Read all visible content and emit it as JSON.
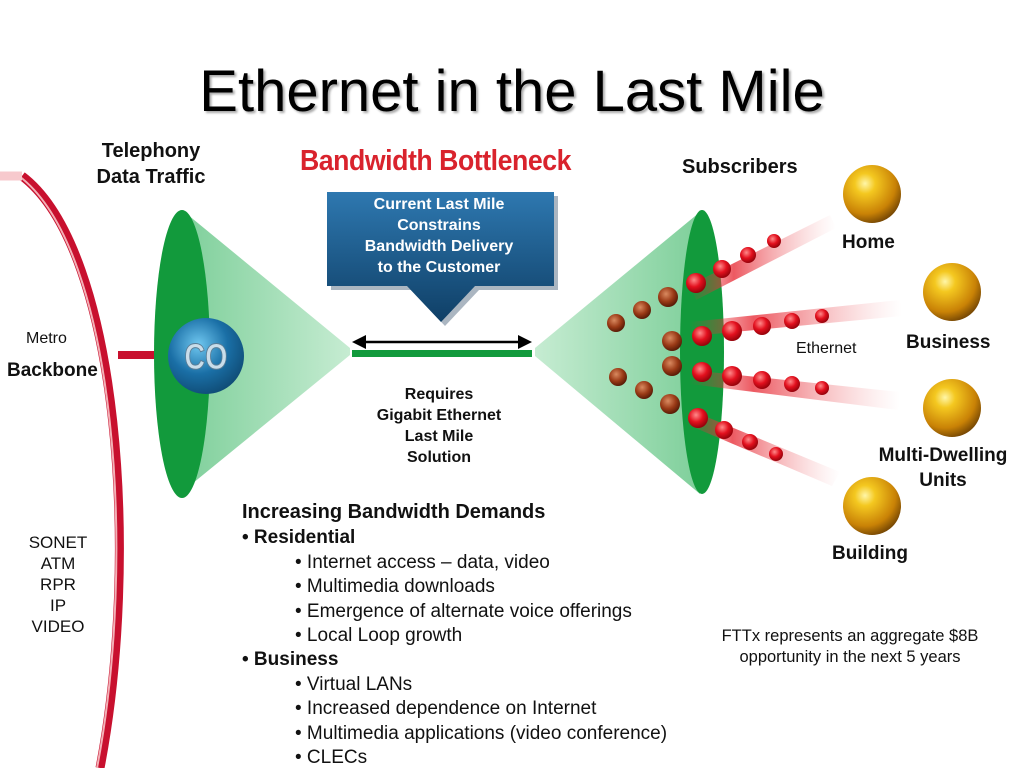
{
  "slide": {
    "title": "Ethernet in the Last Mile"
  },
  "network": {
    "telephony_label_line1": "Telephony",
    "telephony_label_line2": "Data Traffic",
    "metro_label": "Metro",
    "backbone_label": "Backbone",
    "co_label": "CO",
    "metro_protocols": [
      "SONET",
      "ATM",
      "RPR",
      "IP",
      "VIDEO"
    ]
  },
  "bottleneck": {
    "title": "Bandwidth Bottleneck",
    "callout_lines": [
      "Current Last Mile",
      "Constrains",
      "Bandwidth Delivery",
      "to the Customer"
    ],
    "requirement_lines": [
      "Requires",
      "Gigabit Ethernet",
      "Last Mile",
      "Solution"
    ]
  },
  "subscribers": {
    "heading": "Subscribers",
    "link_label": "Ethernet",
    "types": [
      "Home",
      "Business",
      "Multi-Dwelling Units",
      "Building"
    ],
    "multi_dwelling_line1": "Multi-Dwelling",
    "multi_dwelling_line2": "Units"
  },
  "demands": {
    "heading": "Increasing Bandwidth Demands",
    "residential_label": "• Residential",
    "residential_items": [
      "• Internet access – data, video",
      "• Multimedia downloads",
      "• Emergence of alternate voice offerings",
      "• Local Loop growth"
    ],
    "business_label": "• Business",
    "business_items": [
      "• Virtual LANs",
      "• Increased dependence on Internet",
      "• Multimedia applications (video conference)",
      "• CLECs"
    ]
  },
  "note": {
    "line1": "FTTx represents an aggregate $8B",
    "line2": "opportunity in the next 5 years"
  },
  "colors": {
    "backbone_red": "#c8102e",
    "cone_green": "#9fdcb4",
    "ellipse_green": "#129a3c",
    "callout_blue": "#1f5d8c",
    "title_red": "#d9232d",
    "sphere_gold": "#e3a60e"
  }
}
